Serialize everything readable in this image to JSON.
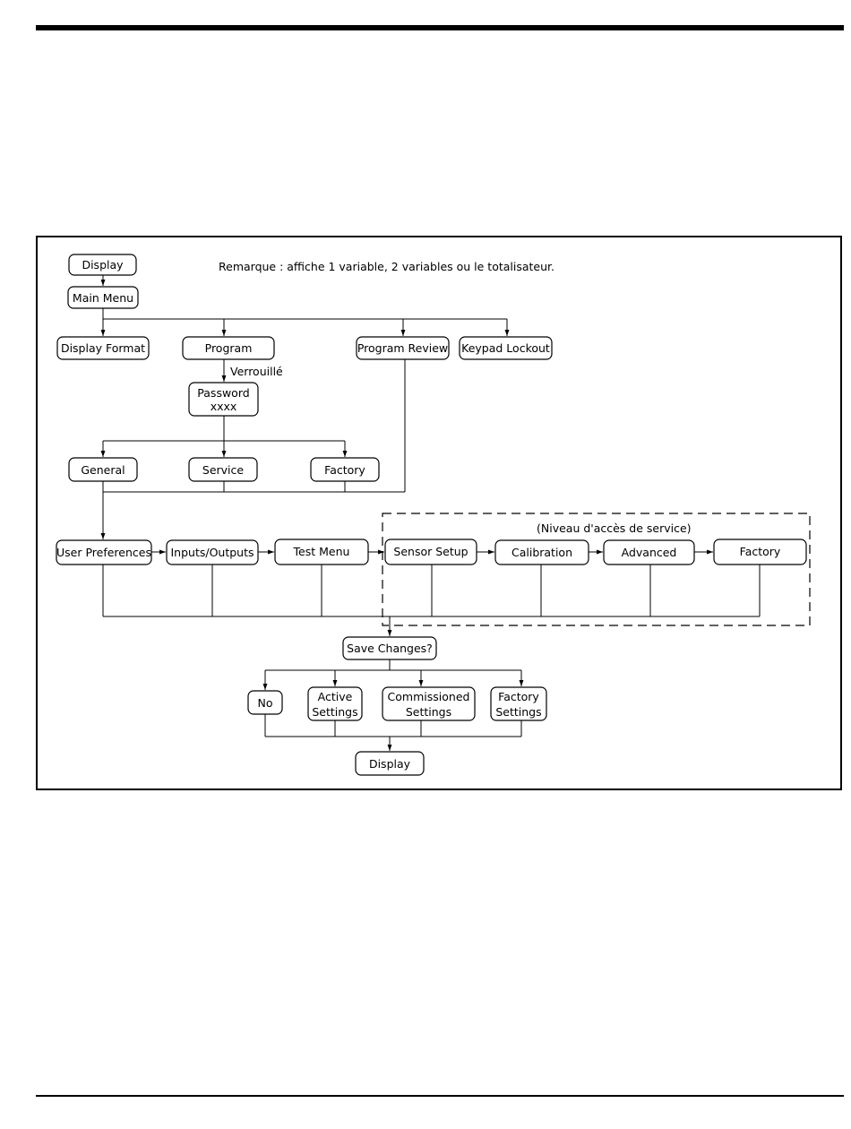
{
  "diagram": {
    "note": "Remarque : affiche 1 variable, 2 variables ou le totalisateur.",
    "locked_label": "Verrouillé",
    "service_level_label": "(Niveau d'accès de service)",
    "nodes": {
      "display_top": "Display",
      "main_menu": "Main Menu",
      "display_format": "Display Format",
      "program": "Program",
      "program_review": "Program Review",
      "keypad_lockout": "Keypad Lockout",
      "password_line1": "Password",
      "password_line2": "xxxx",
      "general": "General",
      "service": "Service",
      "factory_menu": "Factory",
      "user_preferences": "User Preferences",
      "inputs_outputs": "Inputs/Outputs",
      "test_menu": "Test Menu",
      "sensor_setup": "Sensor Setup",
      "calibration": "Calibration",
      "advanced": "Advanced",
      "factory_service": "Factory",
      "save_changes": "Save Changes?",
      "no": "No",
      "active_line1": "Active",
      "active_line2": "Settings",
      "commissioned_line1": "Commissioned",
      "commissioned_line2": "Settings",
      "factory_settings_line1": "Factory",
      "factory_settings_line2": "Settings",
      "display_bottom": "Display"
    }
  }
}
